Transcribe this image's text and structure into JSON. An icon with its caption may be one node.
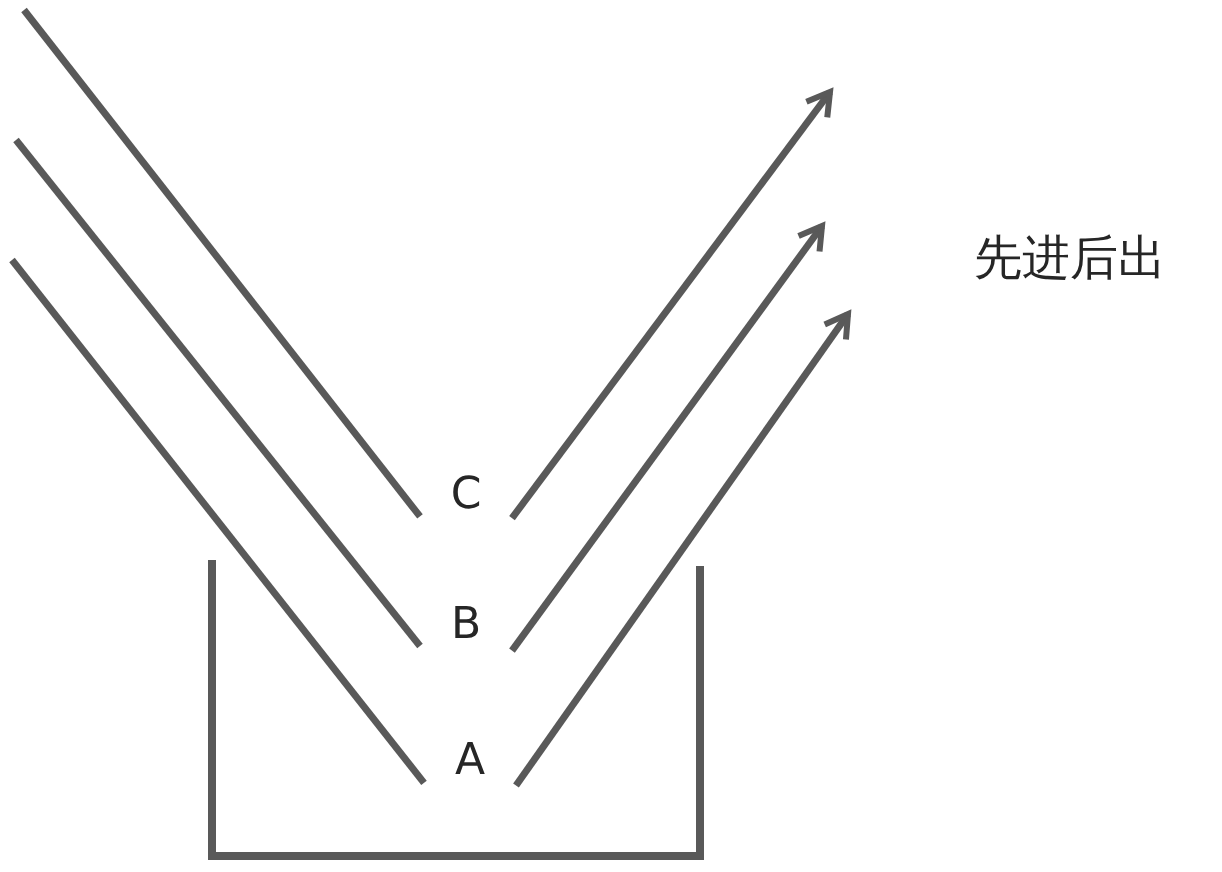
{
  "diagram": {
    "nodes": [
      {
        "text": [
          "C"
        ]
      },
      {
        "text": [
          "B"
        ]
      },
      {
        "text": [
          "A"
        ]
      }
    ],
    "edges": [
      {
        "from": null,
        "to": 0,
        "arrow": "none"
      },
      {
        "from": 0,
        "to": null,
        "arrow": "to"
      },
      {
        "from": null,
        "to": 1,
        "arrow": "none"
      },
      {
        "from": 1,
        "to": null,
        "arrow": "to"
      },
      {
        "from": null,
        "to": 2,
        "arrow": "none"
      },
      {
        "from": 2,
        "to": null,
        "arrow": "to"
      }
    ],
    "labels": [
      "先进后出"
    ]
  }
}
